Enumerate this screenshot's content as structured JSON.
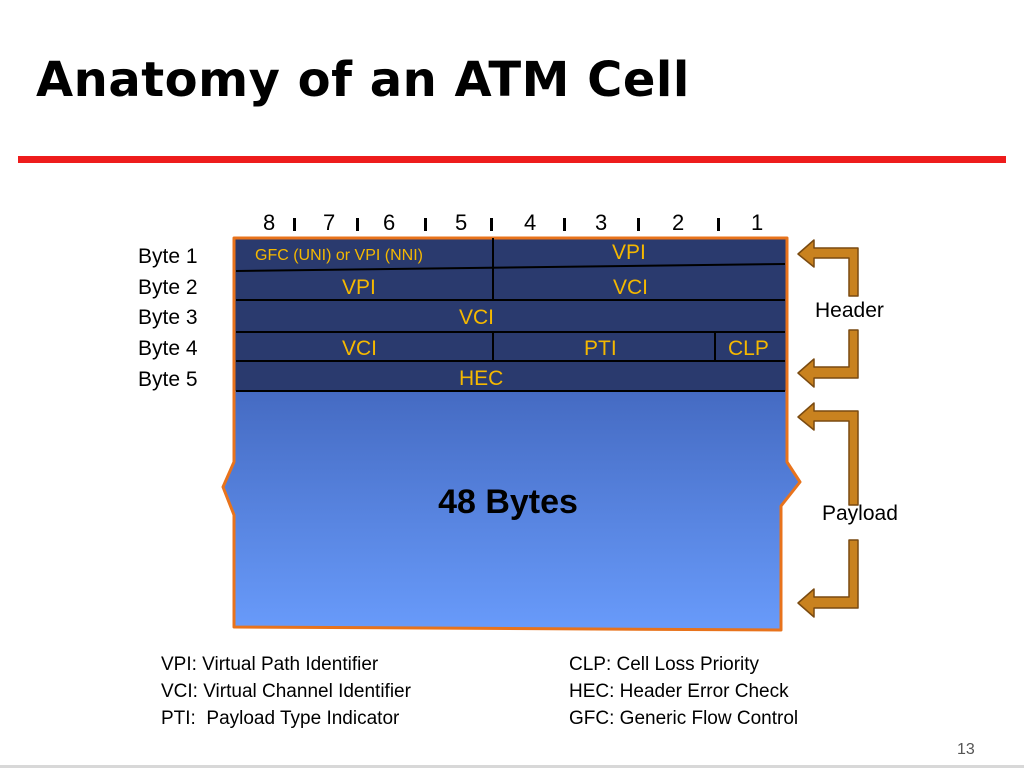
{
  "title": "Anatomy of an ATM Cell",
  "bits": [
    "8",
    "7",
    "6",
    "5",
    "4",
    "3",
    "2",
    "1"
  ],
  "bytes": [
    "Byte 1",
    "Byte 2",
    "Byte 3",
    "Byte 4",
    "Byte 5"
  ],
  "fields": {
    "gfc": "GFC (UNI) or VPI (NNI)",
    "vpi_b1": "VPI",
    "vpi_b2": "VPI",
    "vci_b2": "VCI",
    "vci_b3": "VCI",
    "vci_b4": "VCI",
    "pti": "PTI",
    "clp": "CLP",
    "hec": "HEC"
  },
  "payload": "48 Bytes",
  "side_labels": {
    "header": "Header",
    "payload": "Payload"
  },
  "legend_left": [
    "VPI: Virtual Path Identifier",
    "VCI: Virtual Channel Identifier",
    "PTI:  Payload Type Indicator"
  ],
  "legend_right": [
    "CLP: Cell Loss Priority",
    "HEC: Header Error Check",
    "GFC: Generic Flow Control"
  ],
  "page_number": "13",
  "colors": {
    "rule": "#ee1c1c",
    "cell_border": "#e8731c",
    "header_rows": "#2a3a6e",
    "field_text": "#f5b800",
    "payload_top": "#2d4a9c",
    "payload_bottom": "#6a9dfd",
    "arrow": "#c9821f"
  }
}
